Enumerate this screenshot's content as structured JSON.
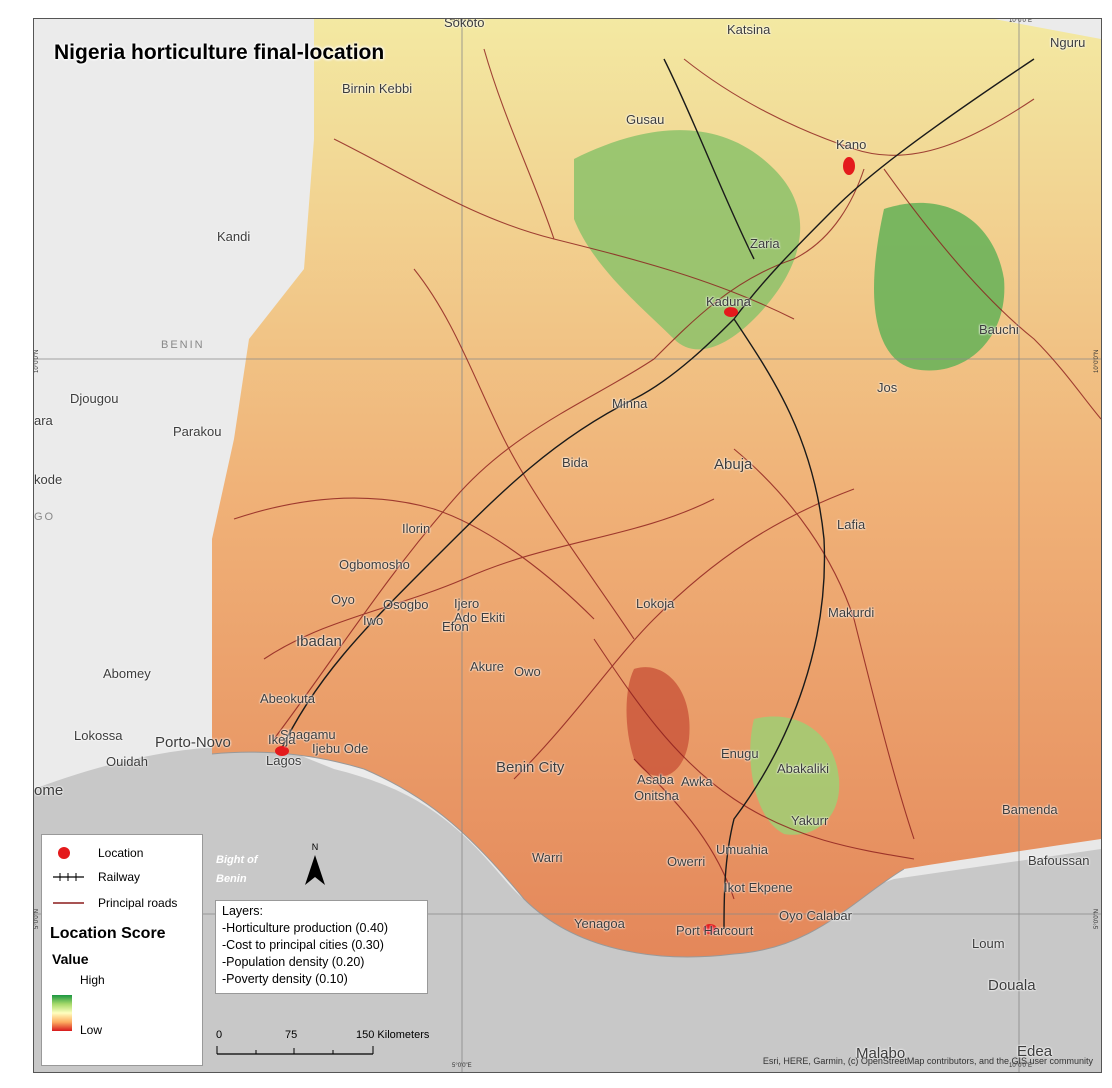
{
  "title": "Nigeria horticulture final-location",
  "legend": {
    "location": "Location",
    "railway": "Railway",
    "roads": "Principal roads",
    "score_title": "Location Score",
    "value_label": "Value",
    "high": "High",
    "low": "Low"
  },
  "layers": {
    "heading": "Layers:",
    "items": [
      "-Horticulture production (0.40)",
      "-Cost to principal cities (0.30)",
      "-Population density (0.20)",
      "-Poverty density (0.10)"
    ]
  },
  "scale": {
    "zero": "0",
    "mid": "75",
    "end": "150 Kilometers"
  },
  "credits": "Esri, HERE, Garmin, (c) OpenStreetMap contributors, and the GIS user community",
  "ticks": {
    "lon_left": "5°0'0\"E",
    "lon_right": "10°0'0\"E",
    "lat_top": "10°0'0\"N",
    "lat_bottom": "5°0'0\"N"
  },
  "countries": {
    "benin": "BENIN",
    "togo": "GO"
  },
  "sea": "Bight of Benin",
  "places": {
    "sokoto": "Sokoto",
    "katsina": "Katsina",
    "nguru": "Nguru",
    "birnin_kebbi": "Birnin Kebbi",
    "gusau": "Gusau",
    "kano": "Kano",
    "kandi": "Kandi",
    "zaria": "Zaria",
    "kaduna": "Kaduna",
    "bauchi": "Bauchi",
    "jos": "Jos",
    "djougou": "Djougou",
    "kara": "ara",
    "parakou": "Parakou",
    "minna": "Minna",
    "kokode": "kode",
    "bida": "Bida",
    "abuja": "Abuja",
    "lafia": "Lafia",
    "ilorin": "Ilorin",
    "ogbomosho": "Ogbomosho",
    "oyo": "Oyo",
    "osogbo": "Osogbo",
    "iwo": "Iwo",
    "ijero": "Ijero",
    "ado_ekiti": "Ado Ekiti",
    "efon": "Efon",
    "lokoja": "Lokoja",
    "makurdi": "Makurdi",
    "ibadan": "Ibadan",
    "abomey": "Abomey",
    "akure": "Akure",
    "owo": "Owo",
    "abeokuta": "Abeokuta",
    "shagamu": "Shagamu",
    "ijebu_ode": "Ijebu Ode",
    "ikeja": "Ikeja",
    "lokossa": "Lokossa",
    "porto_novo": "Porto-Novo",
    "lagos": "Lagos",
    "ouidah": "Ouidah",
    "benin_city": "Benin City",
    "enugu": "Enugu",
    "abakaliki": "Abakaliki",
    "asaba": "Asaba",
    "awka": "Awka",
    "onitsha": "Onitsha",
    "lome": "ome",
    "bamenda": "Bamenda",
    "yakurr": "Yakurr",
    "warri": "Warri",
    "owerri": "Owerri",
    "umuahia": "Umuahia",
    "bafoussam": "Bafoussan",
    "ikot_ekpene": "Ikot Ekpene",
    "yenagoa": "Yenagoa",
    "port_harcourt": "Port Harcourt",
    "oyo_calabar": "Oyo Calabar",
    "loum": "Loum",
    "douala": "Douala",
    "malabo": "Malabo",
    "edea": "Edea"
  }
}
